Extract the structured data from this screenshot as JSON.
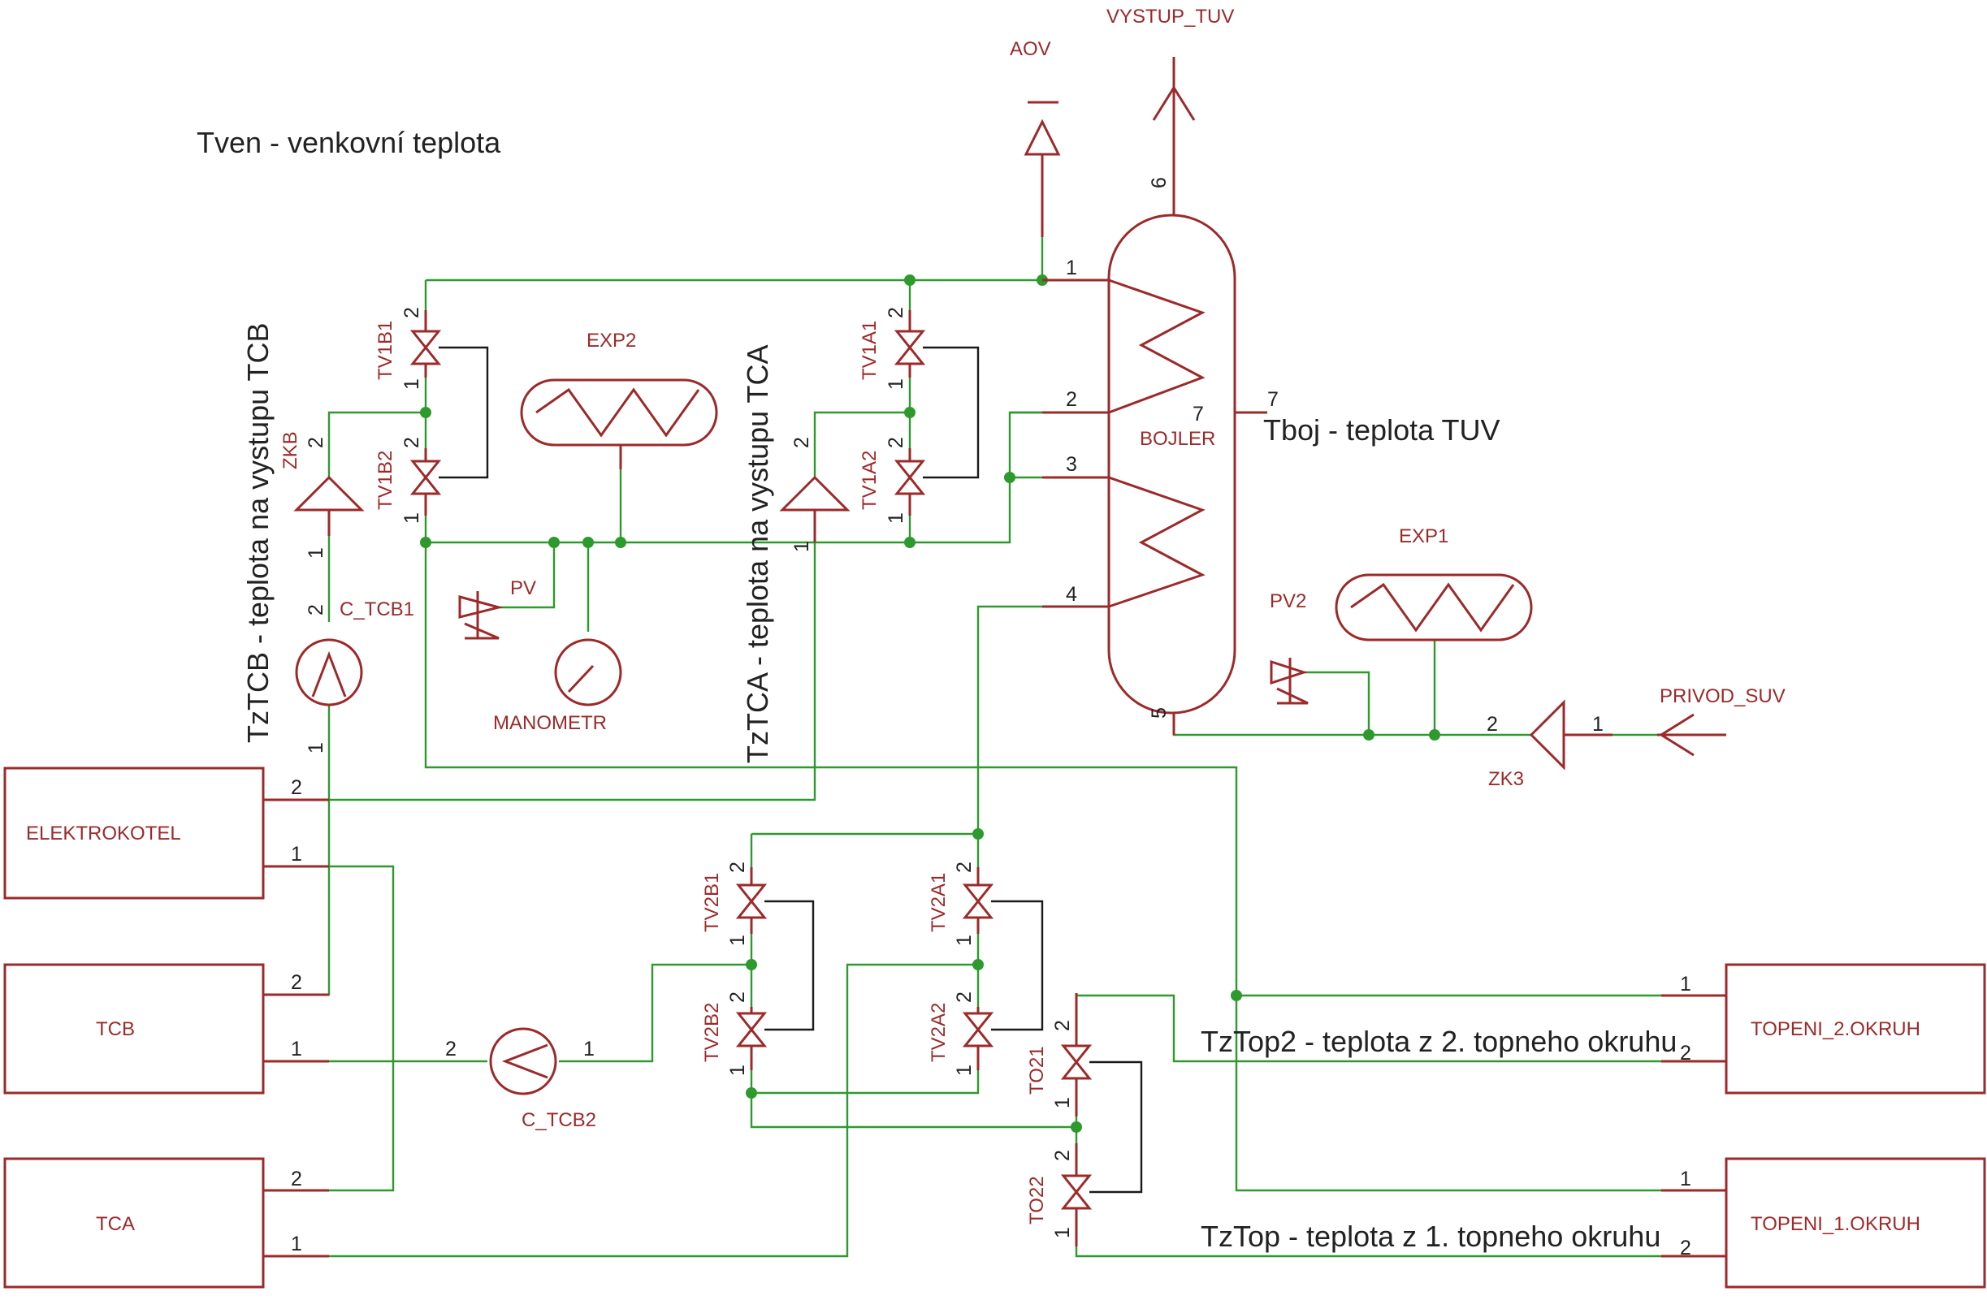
{
  "notes": {
    "tven": "Tven - venkovní teplota",
    "tztcb": "TzTCB - teplota na vystupu TCB",
    "tztca": "TzTCA - teplota na vystupu TCA",
    "tboj": "Tboj - teplota TUV",
    "tztop2": "TzTop2 - teplota z 2. topneho okruhu",
    "tztop": "TzTop - teplota z 1. topneho okruhu"
  },
  "parts": {
    "aov": "AOV",
    "vystup": "VYSTUP_TUV",
    "exp2": "EXP2",
    "exp1": "EXP1",
    "bojler": "BOJLER",
    "tv1b1": "TV1B1",
    "tv1b2": "TV1B2",
    "tv1a1": "TV1A1",
    "tv1a2": "TV1A2",
    "zkb": "ZKB",
    "pv": "PV",
    "pv2": "PV2",
    "manometr": "MANOMETR",
    "c_tcb1": "C_TCB1",
    "c_tcb2": "C_TCB2",
    "zk3": "ZK3",
    "privod": "PRIVOD_SUV",
    "elektrokotel": "ELEKTROKOTEL",
    "tcb": "TCB",
    "tca": "TCA",
    "tv2b1": "TV2B1",
    "tv2b2": "TV2B2",
    "tv2a1": "TV2A1",
    "tv2a2": "TV2A2",
    "to21": "TO21",
    "to22": "TO22",
    "topeni2": "TOPENI_2.OKRUH",
    "topeni1": "TOPENI_1.OKRUH"
  },
  "pins": {
    "p1": "1",
    "p2": "2",
    "p3": "3",
    "p4": "4",
    "p5": "5",
    "p6": "6",
    "p7": "7"
  },
  "colors": {
    "wire": "#2e9a2e",
    "symbol": "#9c2a2a",
    "text": "#222222"
  }
}
